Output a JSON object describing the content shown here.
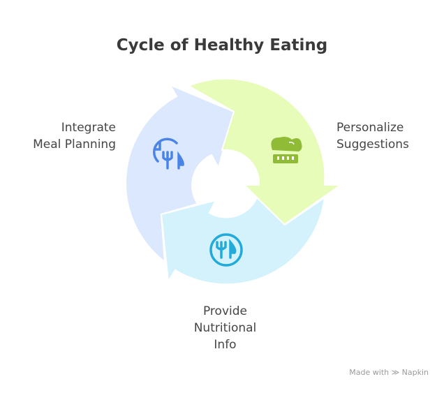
{
  "title": "Cycle of Healthy Eating",
  "steps": [
    {
      "lines": [
        "Integrate",
        "Meal Planning"
      ],
      "icon": "clock-fork-knife-icon",
      "color": "#dce8fd",
      "icon_color": "#4a84e6"
    },
    {
      "lines": [
        "Personalize",
        "Suggestions"
      ],
      "icon": "chef-hat-icon",
      "color": "#e8fcb9",
      "icon_color": "#8fbb36"
    },
    {
      "lines": [
        "Provide",
        "Nutritional",
        "Info"
      ],
      "icon": "plate-fork-knife-icon",
      "color": "#d3f2fc",
      "icon_color": "#22aadb"
    }
  ],
  "watermark": {
    "prefix": "Made with",
    "brand": "Napkin"
  }
}
